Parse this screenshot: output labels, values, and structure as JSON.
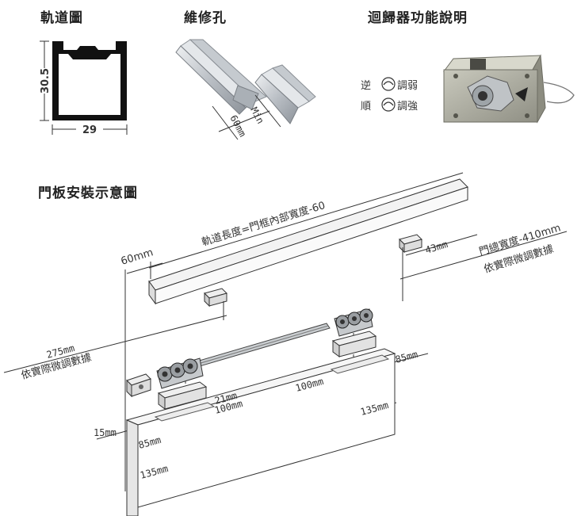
{
  "titles": {
    "track": "軌道圖",
    "repair_hole": "維修孔",
    "returner": "迴歸器功能說明",
    "install": "門板安裝示意圖"
  },
  "track_profile": {
    "height": "30.5",
    "width": "29"
  },
  "repair_hole": {
    "min_label": "Min",
    "min_value": "60mm"
  },
  "returner": {
    "reverse_char": "逆",
    "reverse_action": "調弱",
    "forward_char": "順",
    "forward_action": "調強"
  },
  "install": {
    "track_length": "軌道長度=門框內部寬度-60",
    "offset_60": "60mm",
    "gap_43": "43mm",
    "door_width": "門總寬度-410mm",
    "fine_tune_right": "依實際微調數據",
    "dim_275": "275mm",
    "fine_tune_left": "依實際微調數據",
    "dim_85_right": "85mm",
    "dim_100_right": "100mm",
    "dim_21": "21mm",
    "dim_100_left": "100mm",
    "dim_135_right": "135mm",
    "dim_15": "15mm",
    "dim_85_left": "85mm",
    "dim_135_left": "135mm"
  }
}
